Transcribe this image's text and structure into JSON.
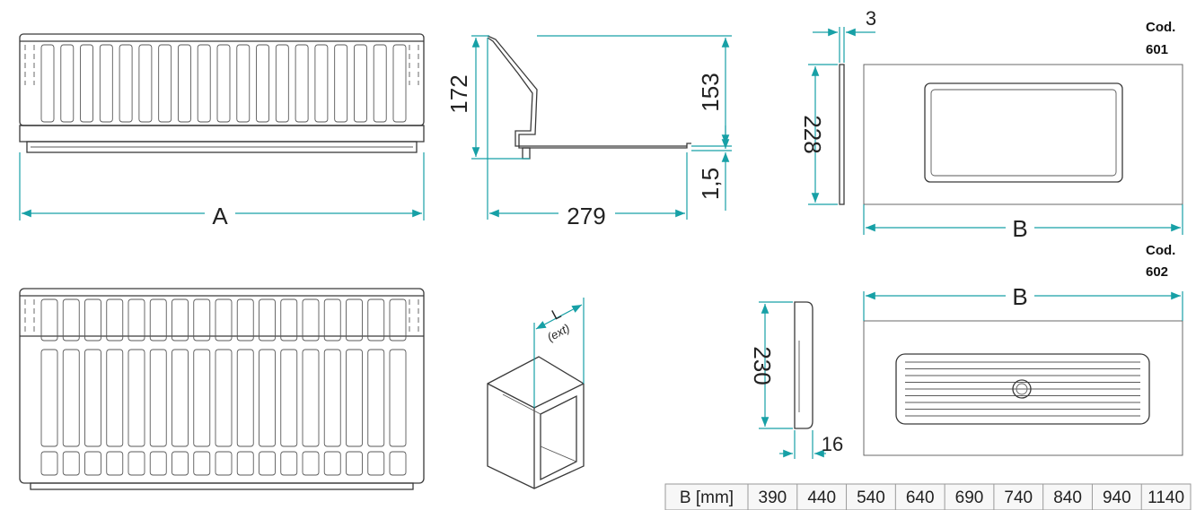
{
  "dimensions": {
    "length_a": "A",
    "height_172": "172",
    "height_153": "153",
    "depth_279": "279",
    "lip_1_5": "1,5",
    "thickness_3": "3",
    "height_228": "228",
    "width_b_601": "B",
    "width_b_602": "B",
    "height_230": "230",
    "thickness_16": "16",
    "cell_l": "L",
    "cell_l_note": "(ext)"
  },
  "codes": [
    {
      "label_line1": "Cod.",
      "label_line2": "601"
    },
    {
      "label_line1": "Cod.",
      "label_line2": "602"
    }
  ],
  "size_table": {
    "header": "B [mm]",
    "values": [
      "390",
      "440",
      "540",
      "640",
      "690",
      "740",
      "840",
      "940",
      "1140"
    ]
  },
  "colors": {
    "dimension_line": "#17a0a6",
    "outline": "#3a3a3a"
  }
}
